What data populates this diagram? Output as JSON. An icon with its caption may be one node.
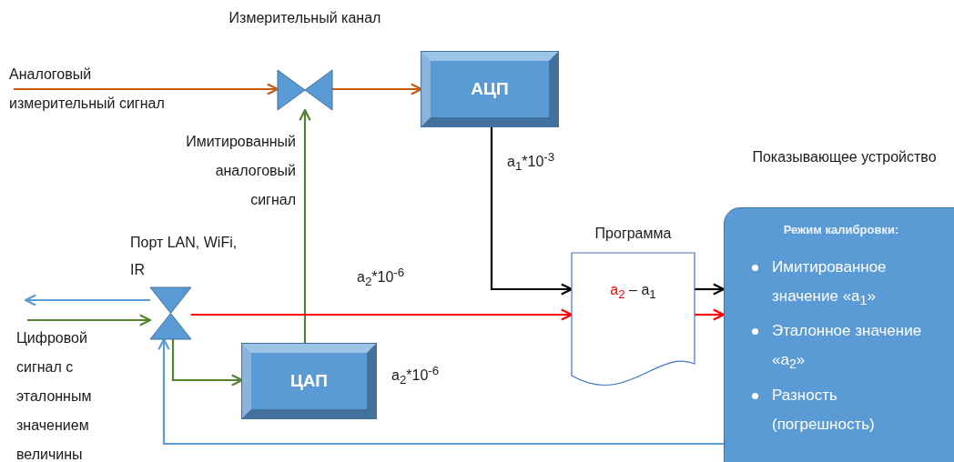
{
  "diagram": {
    "nodes": [
      {
        "text": [
          "Измерительный канал"
        ]
      },
      {
        "text": [
          "АЦП"
        ]
      },
      {
        "text": [
          "Порт LAN, WiFi, IR"
        ]
      },
      {
        "text": [
          "ЦАП"
        ],
        "beside": [
          "a$_{2}$*10$^{-6}$"
        ]
      },
      {
        "text": [
          "Программа",
          "a$_{2}$",
          "– a$_{1}$"
        ]
      },
      {
        "text": [
          "Показывающее устройство",
          "Режим калибровки:",
          "Имитированное значение «a$_{1}$»",
          "Эталонное значение «a$_{2}$»",
          "Разность (погрешность)"
        ]
      }
    ],
    "edges": [
      {
        "from": null,
        "to": 0,
        "arrow": "to",
        "label": "Аналоговый измерительный сигнал",
        "color": "#c55a11"
      },
      {
        "from": 0,
        "to": 1,
        "arrow": "to",
        "color": "#c55a11"
      },
      {
        "from": 3,
        "to": 0,
        "arrow": "to",
        "label": "Имитированный аналоговый сигнал",
        "color": "#548235"
      },
      {
        "from": 1,
        "to": 4,
        "arrow": "to",
        "label": "a$_{1}$*10$^{-3}$",
        "color": "#000000"
      },
      {
        "from": 2,
        "to": 4,
        "arrow": "to",
        "label": "a$_{2}$*10$^{-6}$",
        "color": "#ff0000"
      },
      {
        "from": 2,
        "to": null,
        "arrow": "to",
        "color": "#5b9bd5"
      },
      {
        "from": null,
        "to": 2,
        "arrow": "to",
        "label": "Цифровой сигнал с эталонным значением величины",
        "color": "#548235"
      },
      {
        "from": 2,
        "to": 3,
        "arrow": "to",
        "color": "#548235"
      },
      {
        "from": 4,
        "to": 5,
        "arrow": "to",
        "color": "#000000"
      },
      {
        "from": 4,
        "to": 5,
        "arrow": "to",
        "color": "#ff0000"
      },
      {
        "from": 5,
        "to": 2,
        "arrow": "to",
        "color": "#5b9bd5"
      }
    ]
  }
}
